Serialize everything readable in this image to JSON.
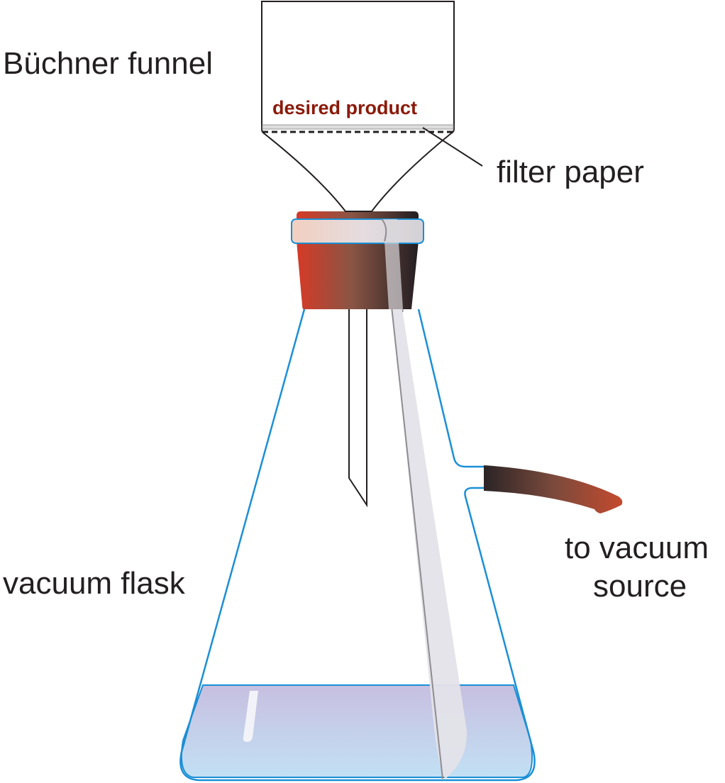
{
  "labels": {
    "funnel": "Büchner funnel",
    "product": "desired product",
    "filter_paper": "filter paper",
    "flask": "vacuum flask",
    "vacuum_line1": "to vacuum",
    "vacuum_line2": "source"
  },
  "colors": {
    "glass_outline": "#1a8fd6",
    "liquid_top": "#c9c2e2",
    "liquid_bottom": "#c4def2",
    "stopper_red": "#d63a27",
    "stopper_dark": "#262124",
    "product_text": "#8b1a0a",
    "tube_gray": "#e5e4ea"
  },
  "icons": {
    "funnel": "buchner-funnel-icon",
    "flask": "vacuum-flask-icon",
    "stopper": "rubber-stopper-icon",
    "hose": "vacuum-hose-icon"
  }
}
